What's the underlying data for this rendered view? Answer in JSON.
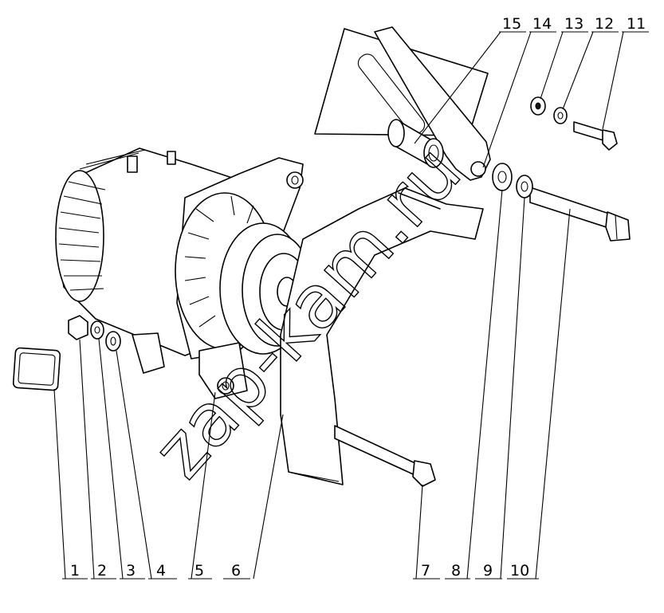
{
  "diagram": {
    "watermark": "zap-kam.ru",
    "callouts": [
      {
        "id": "c1",
        "text": "1"
      },
      {
        "id": "c2",
        "text": "2"
      },
      {
        "id": "c3",
        "text": "3"
      },
      {
        "id": "c4",
        "text": "4"
      },
      {
        "id": "c5",
        "text": "5"
      },
      {
        "id": "c6",
        "text": "6"
      },
      {
        "id": "c7",
        "text": "7"
      },
      {
        "id": "c8",
        "text": "8"
      },
      {
        "id": "c9",
        "text": "9"
      },
      {
        "id": "c10",
        "text": "10"
      },
      {
        "id": "c11",
        "text": "11"
      },
      {
        "id": "c12",
        "text": "12"
      },
      {
        "id": "c13",
        "text": "13"
      },
      {
        "id": "c14",
        "text": "14"
      },
      {
        "id": "c15",
        "text": "15"
      }
    ]
  }
}
